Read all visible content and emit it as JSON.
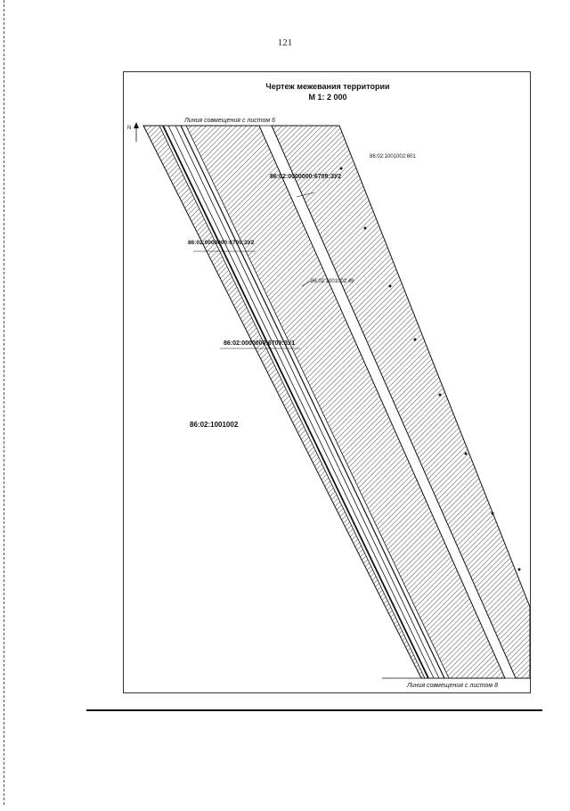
{
  "page": {
    "number": "121"
  },
  "drawing": {
    "title_line1": "Чертеж межевания территории",
    "title_line2": "М 1: 2 000",
    "north_symbol": "N",
    "join_line_top": "Линия совмещения с листом 6",
    "join_line_bottom": "Линия совмещения с листом 8",
    "parcels": {
      "zu2_upper": "86:02:0000000:6709:ЗУ2",
      "zu2_left": "86:02:0000000:6709:ЗУ2",
      "zu1": "86:02:0000000:6709:ЗУ1",
      "p601": "86:02:1001002:601",
      "p49": "86:02:1001002:49",
      "block": "86:02:1001002"
    }
  },
  "colors": {
    "ink": "#111111",
    "background": "#ffffff"
  }
}
